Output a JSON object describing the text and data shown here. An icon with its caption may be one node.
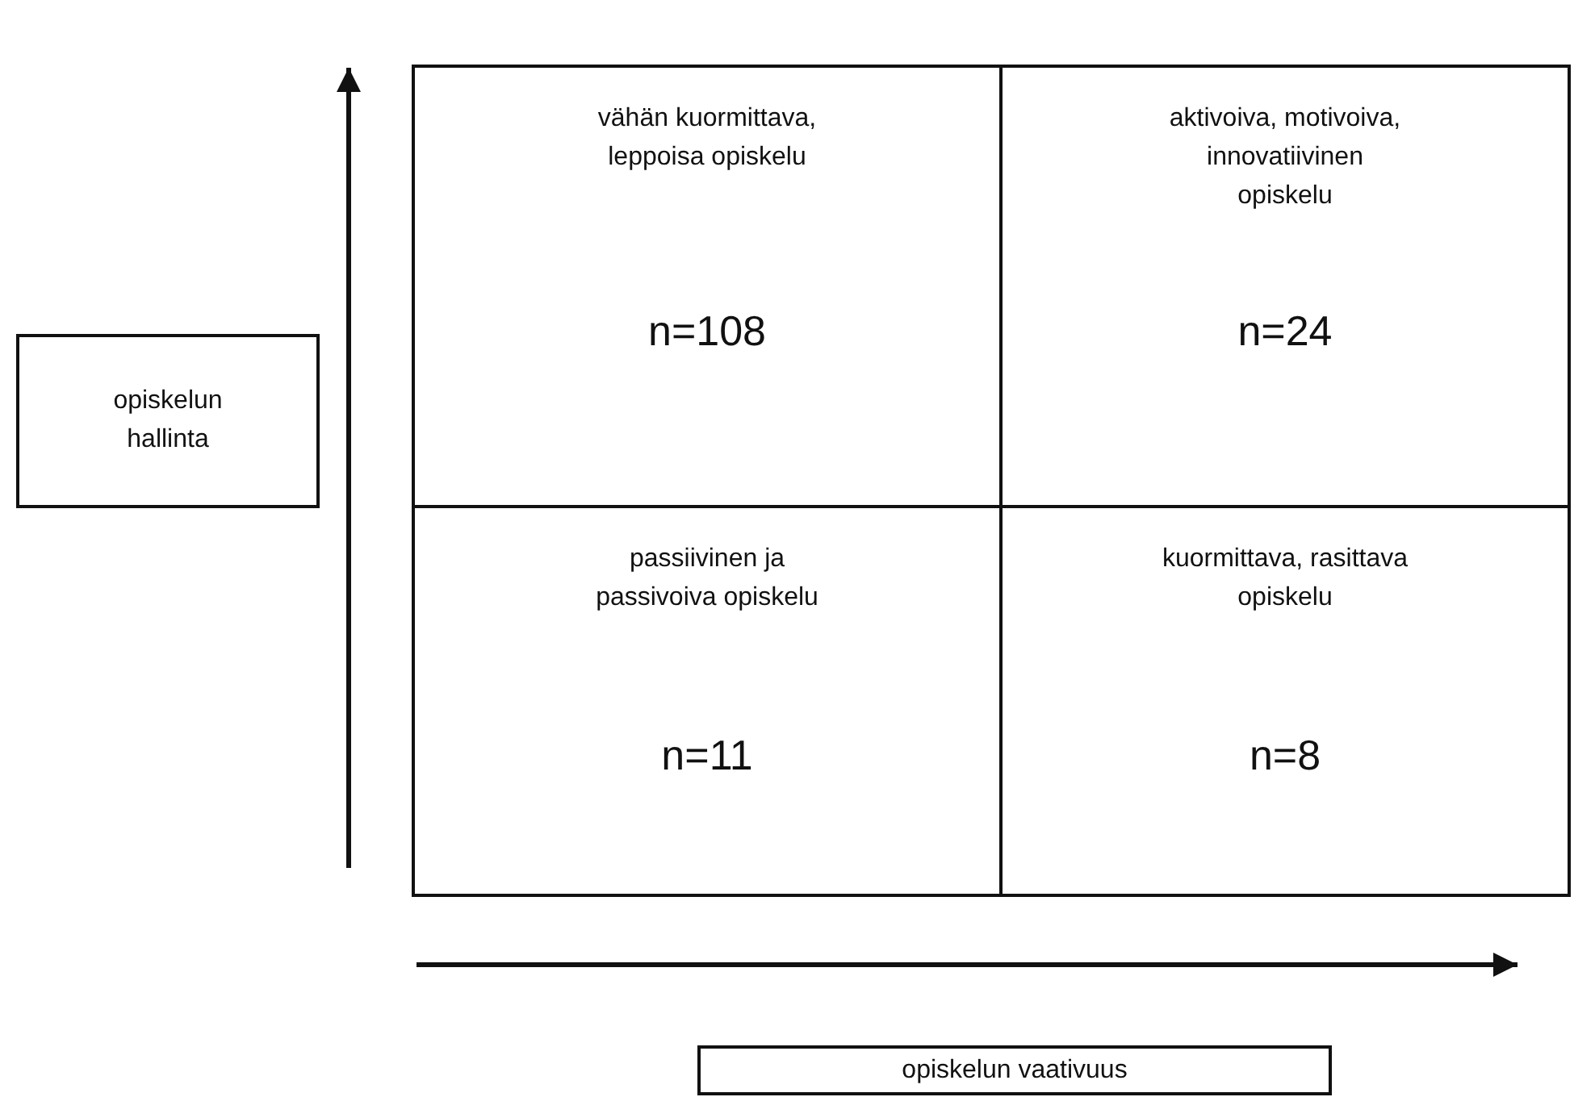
{
  "diagram": {
    "nodes": [
      {
        "text": [
          "opiskelun hallinta"
        ]
      },
      {
        "text": [],
        "shape": "box"
      },
      {
        "text": [
          "vähän kuormittava, leppoisa opiskelu",
          "n=108"
        ],
        "in": 1
      },
      {
        "text": [
          "aktivoiva, motivoiva, innovatiivinen opiskelu",
          "n=24"
        ],
        "in": 1
      },
      {
        "text": [
          "passiivinen ja passivoiva opiskelu",
          "n=11"
        ],
        "in": 1
      },
      {
        "text": [
          "kuormittava, rasittava opiskelu",
          "n=8"
        ],
        "in": 1
      },
      {
        "text": [
          "opiskelun vaativuus"
        ]
      }
    ],
    "edges": []
  }
}
